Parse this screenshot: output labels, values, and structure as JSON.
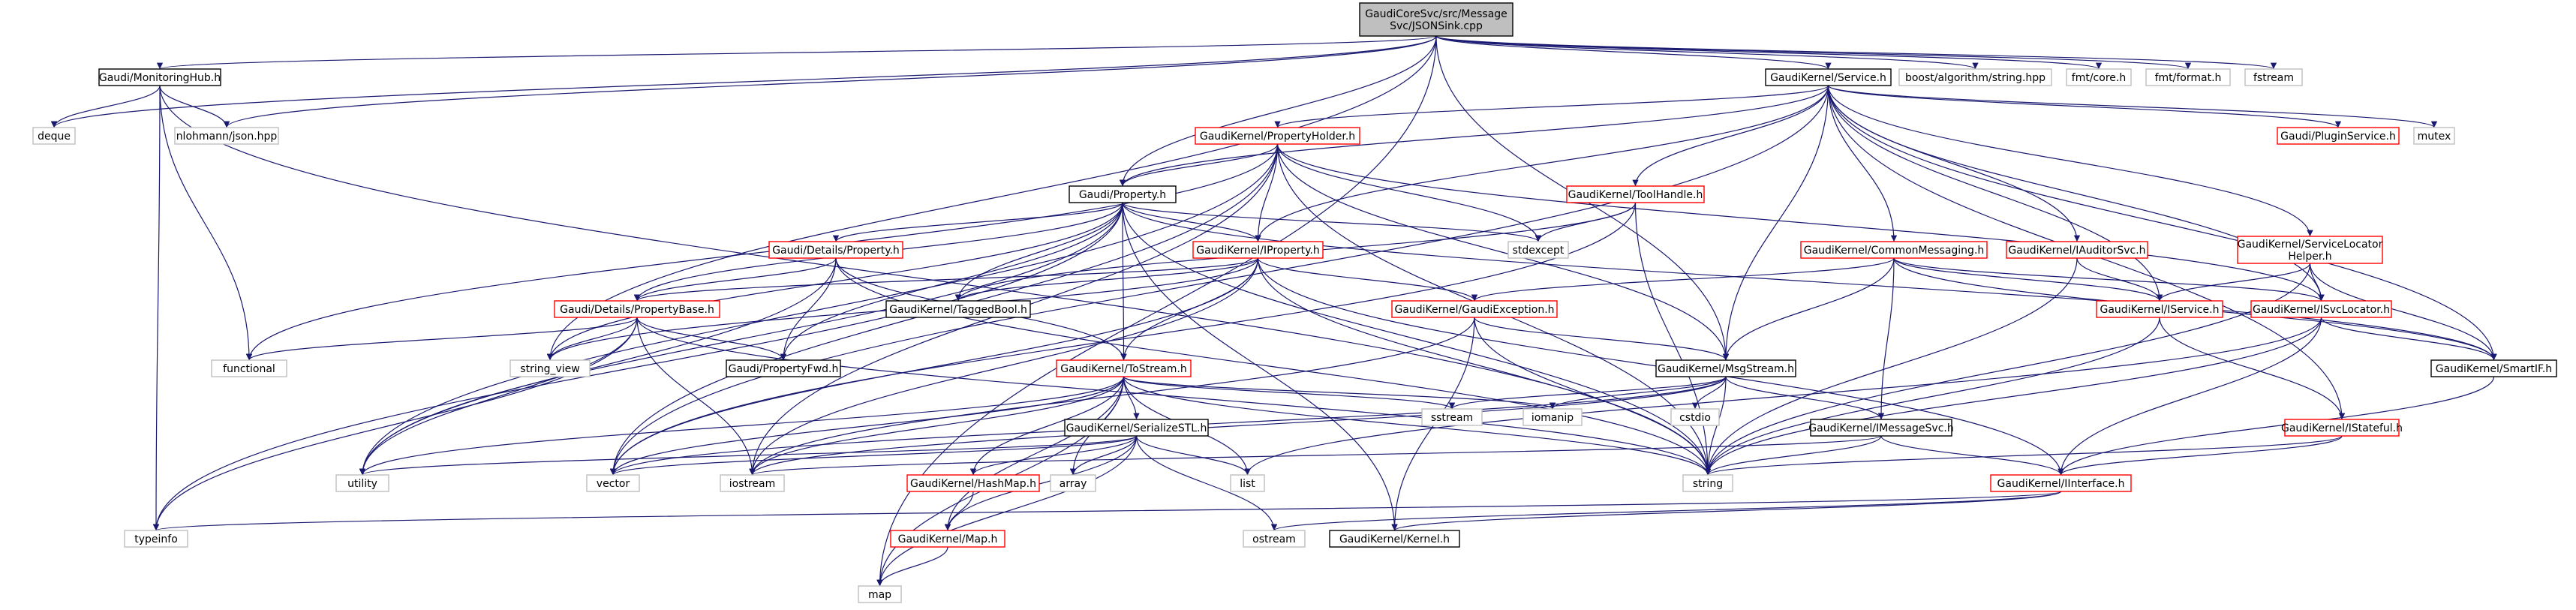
{
  "diagram": {
    "type": "include-dependency-graph",
    "colors": {
      "root_fill": "#bfbfbf",
      "root_border": "#000000",
      "documented_border": "#000000",
      "incomplete_border": "#ff0000",
      "external_border": "#bfbfbf",
      "edge": "#191970",
      "text": "#000000"
    },
    "nodes": [
      {
        "id": "root",
        "lines": [
          "GaudiCoreSvc/src/Message",
          "Svc/JSONSink.cpp"
        ],
        "style": "root"
      },
      {
        "id": "monhub",
        "lines": [
          "Gaudi/MonitoringHub.h"
        ],
        "style": "documented"
      },
      {
        "id": "boost_str",
        "lines": [
          "boost/algorithm/string.hpp"
        ],
        "style": "external"
      },
      {
        "id": "fmtcore",
        "lines": [
          "fmt/core.h"
        ],
        "style": "external"
      },
      {
        "id": "fmtformat",
        "lines": [
          "fmt/format.h"
        ],
        "style": "external"
      },
      {
        "id": "fstream",
        "lines": [
          "fstream"
        ],
        "style": "external"
      },
      {
        "id": "service",
        "lines": [
          "GaudiKernel/Service.h"
        ],
        "style": "documented"
      },
      {
        "id": "deque",
        "lines": [
          "deque"
        ],
        "style": "external"
      },
      {
        "id": "nlohmann",
        "lines": [
          "nlohmann/json.hpp"
        ],
        "style": "external"
      },
      {
        "id": "propholder",
        "lines": [
          "GaudiKernel/PropertyHolder.h"
        ],
        "style": "incomplete"
      },
      {
        "id": "pluginsvc",
        "lines": [
          "Gaudi/PluginService.h"
        ],
        "style": "incomplete"
      },
      {
        "id": "mutex",
        "lines": [
          "mutex"
        ],
        "style": "external"
      },
      {
        "id": "gproperty",
        "lines": [
          "Gaudi/Property.h"
        ],
        "style": "documented"
      },
      {
        "id": "toolhandle",
        "lines": [
          "GaudiKernel/ToolHandle.h"
        ],
        "style": "incomplete"
      },
      {
        "id": "commonmsg",
        "lines": [
          "GaudiKernel/CommonMessaging.h"
        ],
        "style": "incomplete"
      },
      {
        "id": "iauditorsvc",
        "lines": [
          "GaudiKernel/IAuditorSvc.h"
        ],
        "style": "incomplete"
      },
      {
        "id": "svclocatorhelper",
        "lines": [
          "GaudiKernel/ServiceLocator",
          "Helper.h"
        ],
        "style": "incomplete"
      },
      {
        "id": "detprop",
        "lines": [
          "Gaudi/Details/Property.h"
        ],
        "style": "incomplete"
      },
      {
        "id": "iproperty",
        "lines": [
          "GaudiKernel/IProperty.h"
        ],
        "style": "incomplete"
      },
      {
        "id": "stdexcept",
        "lines": [
          "stdexcept"
        ],
        "style": "external"
      },
      {
        "id": "taggedbool",
        "lines": [
          "GaudiKernel/TaggedBool.h"
        ],
        "style": "documented"
      },
      {
        "id": "gaudiexc",
        "lines": [
          "GaudiKernel/GaudiException.h"
        ],
        "style": "incomplete"
      },
      {
        "id": "iservice",
        "lines": [
          "GaudiKernel/IService.h"
        ],
        "style": "incomplete"
      },
      {
        "id": "isvclocator",
        "lines": [
          "GaudiKernel/ISvcLocator.h"
        ],
        "style": "incomplete"
      },
      {
        "id": "detpropbase",
        "lines": [
          "Gaudi/Details/PropertyBase.h"
        ],
        "style": "incomplete"
      },
      {
        "id": "functional",
        "lines": [
          "functional"
        ],
        "style": "external"
      },
      {
        "id": "string_view",
        "lines": [
          "string_view"
        ],
        "style": "external"
      },
      {
        "id": "propfwd",
        "lines": [
          "Gaudi/PropertyFwd.h"
        ],
        "style": "documented"
      },
      {
        "id": "tostream",
        "lines": [
          "GaudiKernel/ToStream.h"
        ],
        "style": "incomplete"
      },
      {
        "id": "msgstream",
        "lines": [
          "GaudiKernel/MsgStream.h"
        ],
        "style": "documented"
      },
      {
        "id": "smartif",
        "lines": [
          "GaudiKernel/SmartIF.h"
        ],
        "style": "documented"
      },
      {
        "id": "sstream",
        "lines": [
          "sstream"
        ],
        "style": "external"
      },
      {
        "id": "iomanip",
        "lines": [
          "iomanip"
        ],
        "style": "external"
      },
      {
        "id": "cstdio",
        "lines": [
          "cstdio"
        ],
        "style": "external"
      },
      {
        "id": "serializestl",
        "lines": [
          "GaudiKernel/SerializeSTL.h"
        ],
        "style": "documented"
      },
      {
        "id": "imessagesvc",
        "lines": [
          "GaudiKernel/IMessageSvc.h"
        ],
        "style": "documented"
      },
      {
        "id": "istateful",
        "lines": [
          "GaudiKernel/IStateful.h"
        ],
        "style": "incomplete"
      },
      {
        "id": "utility",
        "lines": [
          "utility"
        ],
        "style": "external"
      },
      {
        "id": "vector",
        "lines": [
          "vector"
        ],
        "style": "external"
      },
      {
        "id": "iostream",
        "lines": [
          "iostream"
        ],
        "style": "external"
      },
      {
        "id": "array",
        "lines": [
          "array"
        ],
        "style": "external"
      },
      {
        "id": "list",
        "lines": [
          "list"
        ],
        "style": "external"
      },
      {
        "id": "string",
        "lines": [
          "string"
        ],
        "style": "external"
      },
      {
        "id": "hashmap",
        "lines": [
          "GaudiKernel/HashMap.h"
        ],
        "style": "incomplete"
      },
      {
        "id": "iinterface",
        "lines": [
          "GaudiKernel/IInterface.h"
        ],
        "style": "incomplete"
      },
      {
        "id": "typeinfo",
        "lines": [
          "typeinfo"
        ],
        "style": "external"
      },
      {
        "id": "ostream",
        "lines": [
          "ostream"
        ],
        "style": "external"
      },
      {
        "id": "gmap",
        "lines": [
          "GaudiKernel/Map.h"
        ],
        "style": "incomplete"
      },
      {
        "id": "kernel",
        "lines": [
          "GaudiKernel/Kernel.h"
        ],
        "style": "documented"
      },
      {
        "id": "map",
        "lines": [
          "map"
        ],
        "style": "external"
      }
    ],
    "edges": [
      [
        "root",
        "monhub"
      ],
      [
        "root",
        "boost_str"
      ],
      [
        "root",
        "fmtcore"
      ],
      [
        "root",
        "fmtformat"
      ],
      [
        "root",
        "fstream"
      ],
      [
        "root",
        "service"
      ],
      [
        "root",
        "deque"
      ],
      [
        "root",
        "nlohmann"
      ],
      [
        "root",
        "gproperty"
      ],
      [
        "root",
        "msgstream"
      ],
      [
        "root",
        "string_view"
      ],
      [
        "root",
        "map"
      ],
      [
        "monhub",
        "deque"
      ],
      [
        "monhub",
        "nlohmann"
      ],
      [
        "monhub",
        "functional"
      ],
      [
        "monhub",
        "typeinfo"
      ],
      [
        "monhub",
        "string"
      ],
      [
        "service",
        "propholder"
      ],
      [
        "service",
        "pluginsvc"
      ],
      [
        "service",
        "mutex"
      ],
      [
        "service",
        "gproperty"
      ],
      [
        "service",
        "toolhandle"
      ],
      [
        "service",
        "commonmsg"
      ],
      [
        "service",
        "iauditorsvc"
      ],
      [
        "service",
        "svclocatorhelper"
      ],
      [
        "service",
        "iproperty"
      ],
      [
        "service",
        "iservice"
      ],
      [
        "service",
        "isvclocator"
      ],
      [
        "service",
        "smartif"
      ],
      [
        "service",
        "istateful"
      ],
      [
        "service",
        "vector"
      ],
      [
        "service",
        "msgstream"
      ],
      [
        "propholder",
        "gproperty"
      ],
      [
        "propholder",
        "iproperty"
      ],
      [
        "propholder",
        "stdexcept"
      ],
      [
        "propholder",
        "functional"
      ],
      [
        "propholder",
        "iostream"
      ],
      [
        "propholder",
        "string"
      ],
      [
        "propholder",
        "vector"
      ],
      [
        "propholder",
        "isvclocator"
      ],
      [
        "propholder",
        "msgstream"
      ],
      [
        "propholder",
        "utility"
      ],
      [
        "gproperty",
        "detprop"
      ],
      [
        "gproperty",
        "iproperty"
      ],
      [
        "gproperty",
        "stdexcept"
      ],
      [
        "gproperty",
        "taggedbool"
      ],
      [
        "gproperty",
        "detpropbase"
      ],
      [
        "gproperty",
        "propfwd"
      ],
      [
        "gproperty",
        "tostream"
      ],
      [
        "gproperty",
        "smartif"
      ],
      [
        "gproperty",
        "string_view"
      ],
      [
        "gproperty",
        "utility"
      ],
      [
        "gproperty",
        "typeinfo"
      ],
      [
        "gproperty",
        "string"
      ],
      [
        "gproperty",
        "kernel"
      ],
      [
        "toolhandle",
        "stdexcept"
      ],
      [
        "toolhandle",
        "taggedbool"
      ],
      [
        "toolhandle",
        "string"
      ],
      [
        "toolhandle",
        "vector"
      ],
      [
        "commonmsg",
        "msgstream"
      ],
      [
        "commonmsg",
        "imessagesvc"
      ],
      [
        "commonmsg",
        "iservice"
      ],
      [
        "commonmsg",
        "isvclocator"
      ],
      [
        "commonmsg",
        "smartif"
      ],
      [
        "commonmsg",
        "gaudiexc"
      ],
      [
        "iauditorsvc",
        "iservice"
      ],
      [
        "iauditorsvc",
        "string"
      ],
      [
        "svclocatorhelper",
        "iservice"
      ],
      [
        "svclocatorhelper",
        "isvclocator"
      ],
      [
        "svclocatorhelper",
        "smartif"
      ],
      [
        "svclocatorhelper",
        "string"
      ],
      [
        "detprop",
        "detpropbase"
      ],
      [
        "detprop",
        "propfwd"
      ],
      [
        "detprop",
        "tostream"
      ],
      [
        "detprop",
        "utility"
      ],
      [
        "detprop",
        "string"
      ],
      [
        "iproperty",
        "taggedbool"
      ],
      [
        "iproperty",
        "detpropbase"
      ],
      [
        "iproperty",
        "gaudiexc"
      ],
      [
        "iproperty",
        "tostream"
      ],
      [
        "iproperty",
        "iinterface"
      ],
      [
        "iproperty",
        "string"
      ],
      [
        "iproperty",
        "string_view"
      ],
      [
        "iproperty",
        "vector"
      ],
      [
        "iproperty",
        "iostream"
      ],
      [
        "gaudiexc",
        "msgstream"
      ],
      [
        "gaudiexc",
        "kernel"
      ],
      [
        "gaudiexc",
        "string"
      ],
      [
        "gaudiexc",
        "iostream"
      ],
      [
        "iservice",
        "istateful"
      ],
      [
        "iservice",
        "string"
      ],
      [
        "isvclocator",
        "smartif"
      ],
      [
        "isvclocator",
        "iinterface"
      ],
      [
        "isvclocator",
        "string"
      ],
      [
        "isvclocator",
        "list"
      ],
      [
        "detpropbase",
        "functional"
      ],
      [
        "detpropbase",
        "propfwd"
      ],
      [
        "detpropbase",
        "string_view"
      ],
      [
        "detpropbase",
        "utility"
      ],
      [
        "detpropbase",
        "typeinfo"
      ],
      [
        "detpropbase",
        "iostream"
      ],
      [
        "detpropbase",
        "string"
      ],
      [
        "tostream",
        "serializestl"
      ],
      [
        "tostream",
        "hashmap"
      ],
      [
        "tostream",
        "gmap"
      ],
      [
        "tostream",
        "array"
      ],
      [
        "tostream",
        "list"
      ],
      [
        "tostream",
        "map"
      ],
      [
        "tostream",
        "sstream"
      ],
      [
        "tostream",
        "iomanip"
      ],
      [
        "tostream",
        "iostream"
      ],
      [
        "tostream",
        "string"
      ],
      [
        "tostream",
        "vector"
      ],
      [
        "tostream",
        "utility"
      ],
      [
        "msgstream",
        "iomanip"
      ],
      [
        "msgstream",
        "cstdio"
      ],
      [
        "msgstream",
        "imessagesvc"
      ],
      [
        "msgstream",
        "sstream"
      ],
      [
        "msgstream",
        "string"
      ],
      [
        "msgstream",
        "iostream"
      ],
      [
        "msgstream",
        "vector"
      ],
      [
        "smartif",
        "iinterface"
      ],
      [
        "serializestl",
        "hashmap"
      ],
      [
        "serializestl",
        "gmap"
      ],
      [
        "serializestl",
        "array"
      ],
      [
        "serializestl",
        "list"
      ],
      [
        "serializestl",
        "ostream"
      ],
      [
        "serializestl",
        "map"
      ],
      [
        "serializestl",
        "vector"
      ],
      [
        "serializestl",
        "utility"
      ],
      [
        "imessagesvc",
        "iinterface"
      ],
      [
        "imessagesvc",
        "string"
      ],
      [
        "imessagesvc",
        "iostream"
      ],
      [
        "istateful",
        "iinterface"
      ],
      [
        "istateful",
        "string"
      ],
      [
        "hashmap",
        "gmap"
      ],
      [
        "gmap",
        "map"
      ],
      [
        "iinterface",
        "kernel"
      ],
      [
        "iinterface",
        "ostream"
      ],
      [
        "iinterface",
        "typeinfo"
      ]
    ]
  }
}
